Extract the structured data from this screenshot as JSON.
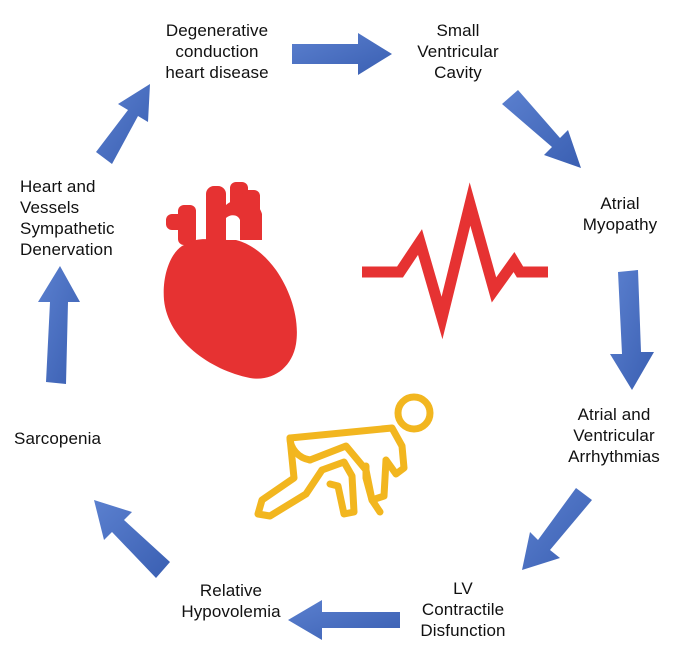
{
  "nodes": [
    {
      "id": "degenerative-conduction",
      "label": "Degenerative\nconduction\nheart disease"
    },
    {
      "id": "small-ventricular-cavity",
      "label": "Small\nVentricular\nCavity"
    },
    {
      "id": "atrial-myopathy",
      "label": "Atrial\nMyopathy"
    },
    {
      "id": "atrial-ventricular-arrhythmias",
      "label": "Atrial and\nVentricular\nArrhythmias"
    },
    {
      "id": "lv-contractile-disfunction",
      "label": "LV\nContractile\nDisfunction"
    },
    {
      "id": "relative-hypovolemia",
      "label": "Relative\nHypovolemia"
    },
    {
      "id": "sarcopenia",
      "label": "Sarcopenia"
    },
    {
      "id": "sympathetic-denervation",
      "label": "Heart and\nVessels\nSympathetic\nDenervation"
    }
  ],
  "icons": {
    "heart": "heart-icon",
    "ecg": "heartbeat-line-icon",
    "person": "crouching-person-icon"
  },
  "colors": {
    "arrow": "#4a6fc0",
    "arrow_dark": "#2f4f9e",
    "heart": "#e63232",
    "ecg": "#e63232",
    "person": "#f2b61f",
    "text": "#111111"
  }
}
